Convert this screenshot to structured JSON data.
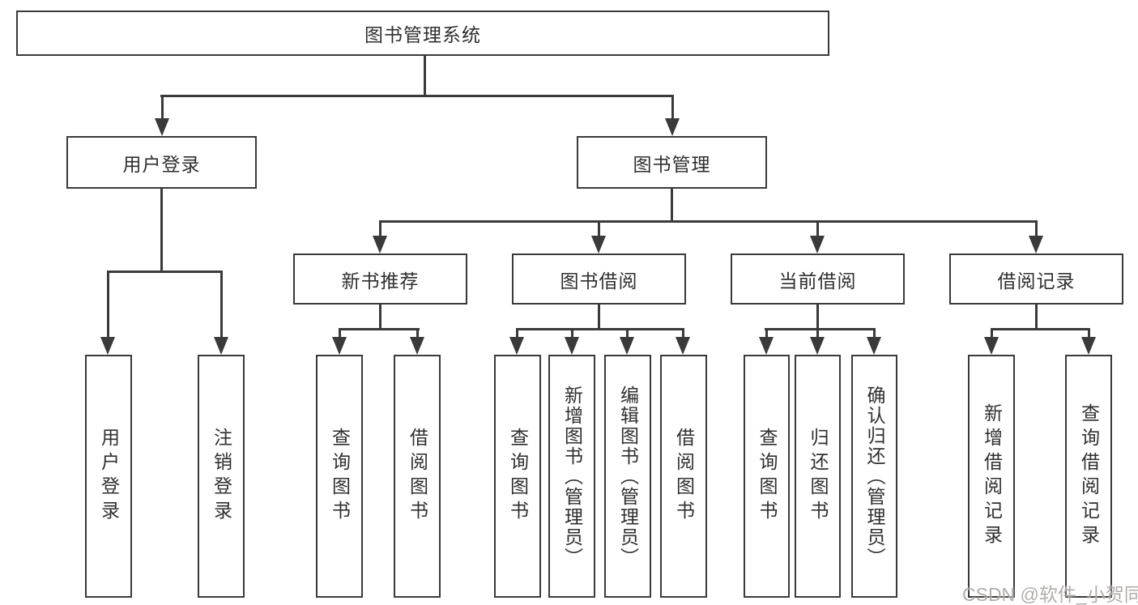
{
  "meta": {
    "background_color": "#ffffff",
    "line_color": "#3a3a3a",
    "text_color": "#2f2f2f"
  },
  "nodes": {
    "root": {
      "label": "图书管理系统"
    },
    "login_group": {
      "label": "用户登录"
    },
    "book_mgmt": {
      "label": "图书管理"
    },
    "new_books": {
      "label": "新书推荐"
    },
    "borrowing": {
      "label": "图书借阅"
    },
    "current": {
      "label": "当前借阅"
    },
    "records": {
      "label": "借阅记录"
    },
    "leaves": {
      "user_login": "用户登录",
      "logout": "注销登录",
      "nb_query": "查询图书",
      "nb_borrow": "借阅图书",
      "bb_query": "查询图书",
      "bb_add": "新增图书（管理员）",
      "bb_edit": "编辑图书（管理员）",
      "bb_borrow": "借阅图书",
      "cb_query": "查询图书",
      "cb_return": "归还图书",
      "cb_confirm": "确认归还（管理员）",
      "br_add": "新增借阅记录",
      "br_query": "查询借阅记录"
    }
  },
  "watermark": {
    "text": "CSDN @软件_小贺同学",
    "color": "#a9a5a3"
  }
}
